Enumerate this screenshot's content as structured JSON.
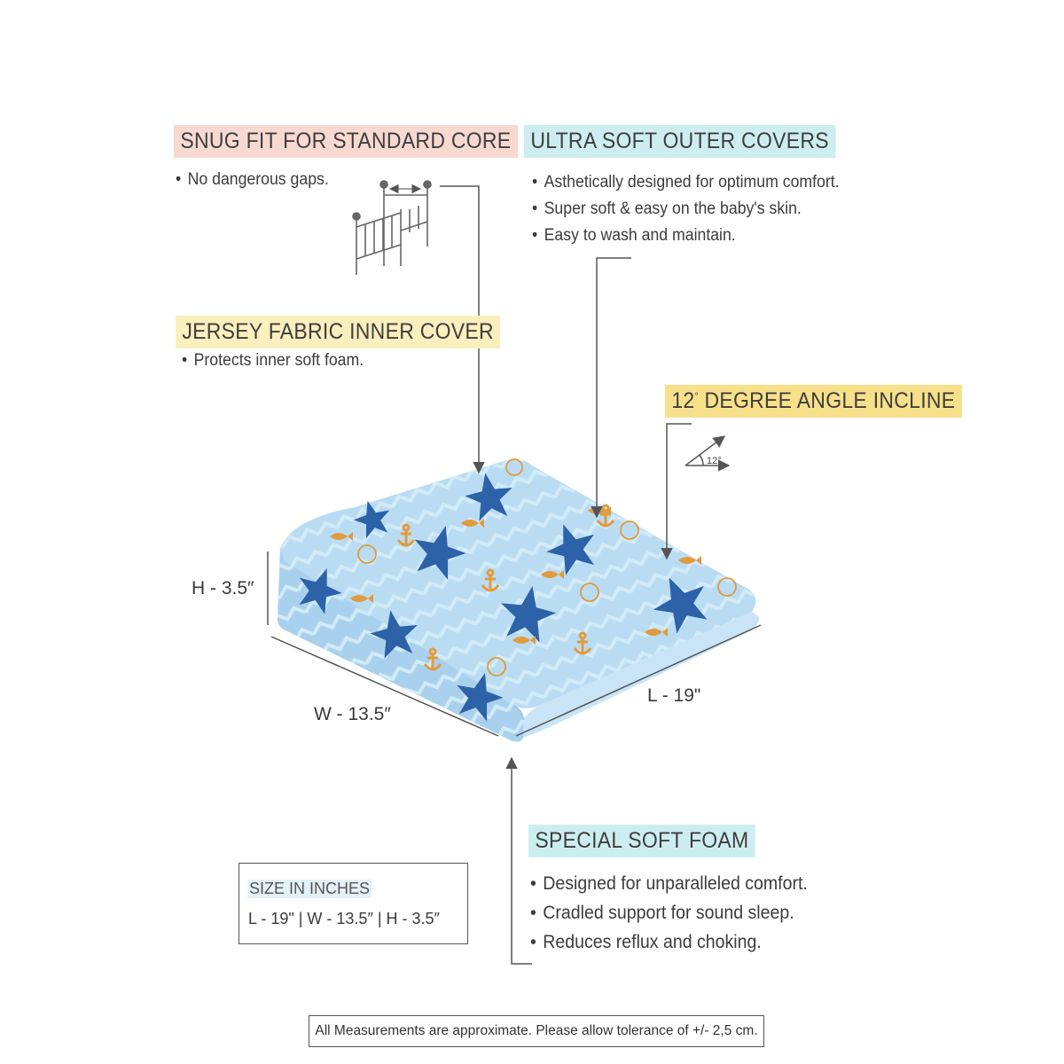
{
  "snug": {
    "heading": "SNUG FIT FOR STANDARD CORE",
    "bullets": [
      "No dangerous gaps."
    ]
  },
  "outer": {
    "heading": "ULTRA SOFT OUTER COVERS",
    "bullets": [
      "Asthetically designed for optimum comfort.",
      "Super soft & easy on the baby's skin.",
      "Easy to wash and maintain."
    ]
  },
  "inner": {
    "heading": "JERSEY FABRIC INNER COVER",
    "bullets": [
      "Protects inner soft foam."
    ]
  },
  "incline": {
    "heading_number": "12",
    "heading_sup": "°",
    "heading_rest": "DEGREE ANGLE INCLINE",
    "icon_label": "12°"
  },
  "dimensions": {
    "height": "H - 3.5″",
    "width": "W - 13.5″",
    "length": "L - 19\""
  },
  "foam": {
    "heading": "SPECIAL SOFT FOAM",
    "bullets": [
      "Designed for unparalleled comfort.",
      "Cradled support for sound sleep.",
      "Reduces reflux and choking."
    ]
  },
  "size_box": {
    "title": "SIZE IN INCHES",
    "values": "L - 19\" | W - 13.5″ | H - 3.5″"
  },
  "footer": {
    "text": "All Measurements are approximate. Please allow tolerance of +/- 2,5 cm."
  },
  "colors": {
    "pink": "#f7d9d2",
    "cyan": "#cdeef0",
    "yellow": "#fbefbd",
    "gold": "#f8e08a",
    "pillow_top": "#b9dcf3",
    "pillow_side": "#a9d1ee",
    "starfish": "#2d62a8",
    "anchor": "#e39a3c"
  },
  "icons": [
    "crib-icon",
    "angle-icon",
    "starfish-icon",
    "anchor-icon",
    "compass-icon",
    "fish-icon"
  ]
}
